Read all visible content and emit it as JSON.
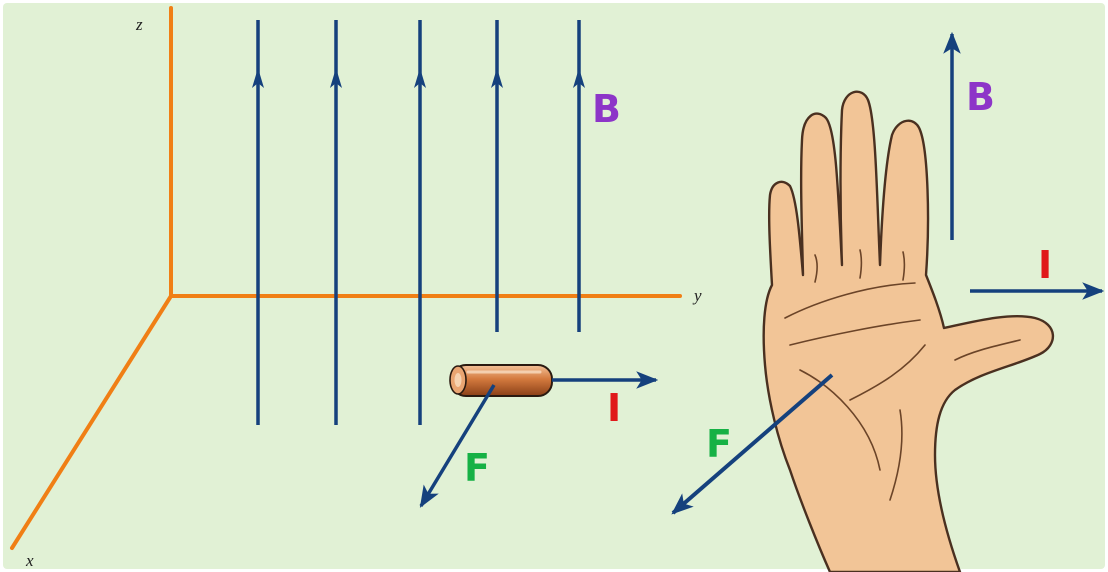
{
  "axes": {
    "x": "x",
    "y": "y",
    "z": "z"
  },
  "labels": {
    "field": "B",
    "current": "I",
    "force": "F"
  },
  "colors": {
    "background": "#e1f1d5",
    "axis": "#f07f15",
    "arrow": "#15417d",
    "field_label": "#8d35c8",
    "current_label": "#e0191a",
    "force_label": "#16b145",
    "skin": "#f2c597",
    "skin_outline": "#4a3020",
    "wire": "#cf7f45"
  }
}
